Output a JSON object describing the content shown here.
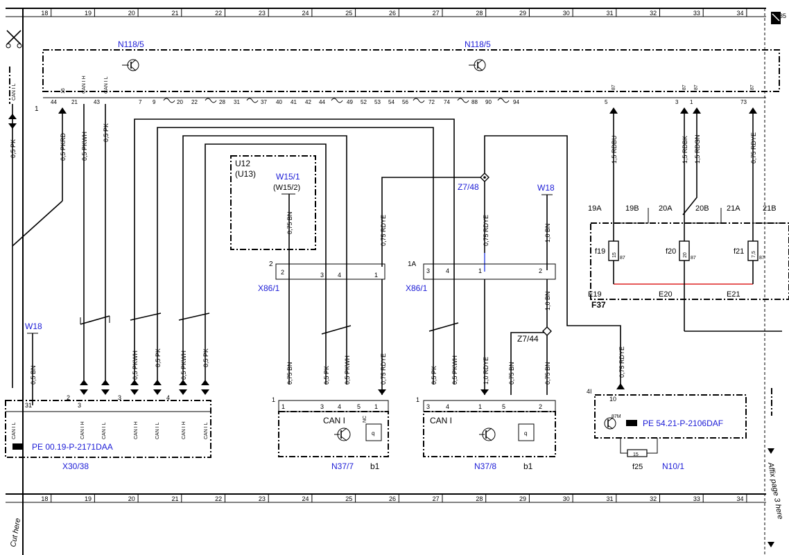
{
  "frame": {
    "top_columns": [
      "18",
      "19",
      "20",
      "21",
      "22",
      "23",
      "24",
      "25",
      "26",
      "27",
      "28",
      "29",
      "30",
      "31",
      "32",
      "33",
      "34",
      "35"
    ],
    "bottom_columns": [
      "18",
      "19",
      "20",
      "21",
      "22",
      "23",
      "24",
      "25",
      "26",
      "27",
      "28",
      "29",
      "30",
      "31",
      "32",
      "33",
      "34"
    ],
    "cut_here": "Cut here",
    "affix_text": "Affix page 3 here"
  },
  "components": {
    "n118_left": "N118/5",
    "n118_right": "N118/5",
    "u12": "U12",
    "u13": "(U13)",
    "w15_1": "W15/1",
    "w15_2": "(W15/2)",
    "z7_48": "Z7/48",
    "z7_44": "Z7/44",
    "w18_right": "W18",
    "w18_left": "W18",
    "x86_1_left": "X86/1",
    "x86_1_right": "X86/1",
    "x30_38": "X30/38",
    "n37_7": "N37/7",
    "n37_8": "N37/8",
    "n10_1": "N10/1",
    "f37": "F37",
    "b1_left": "b1",
    "b1_right": "b1",
    "f25": "f25",
    "can_i_left": "CAN I",
    "can_i_right": "CAN I",
    "pe_left": "PE 00.19-P-2171DAA",
    "pe_right": "PE 54.21-P-2106DAF"
  },
  "top_connector": {
    "label_1": "1",
    "pin_labels": [
      "44",
      "21",
      "43",
      "7",
      "9",
      "20",
      "22",
      "28",
      "31",
      "37",
      "40",
      "41",
      "42",
      "44",
      "49",
      "52",
      "53",
      "54",
      "56",
      "72",
      "74",
      "88",
      "90",
      "94",
      "5",
      "3",
      "1",
      "73"
    ],
    "top_pins": [
      "15",
      "CAN I H",
      "CAN I L",
      "87",
      "87",
      "87",
      "87"
    ]
  },
  "wires": {
    "w_05pk_left": "0,5 PK",
    "w_pkrd": "0,5 PKRD",
    "w_pkwh": "0,5 PKWH",
    "w_pk": "0,5 PK",
    "w_rdbu": "1,5 RDBU",
    "w_rdbk": "1,5 RDBK",
    "w_rdgn": "1,5 RDGN",
    "w_rdye_top": "0,75 RDYE",
    "w_u12_bn": "0,75 BN",
    "w_rdye_mid1": "0,75 RDYE",
    "w_rdye_mid2": "0,75 RDYE",
    "w_w18_bn": "1,0 BN",
    "w_bn_mid": "1,0 BN",
    "w_05bn": "0,5 BN",
    "low_pkwh1": "0,5 PKWH",
    "low_pk1": "0,5 PK",
    "low_pkwh2": "0,5 PKWH",
    "low_pk2": "0,5 PK",
    "low_bn1": "0,75 BN",
    "low_pk3": "0,5 PK",
    "low_pkwh3": "0,5 PKWH",
    "low_rdye1": "0,75 RDYE",
    "low_pk4": "0,5 PK",
    "low_pkwh4": "0,5 PKWH",
    "low_rdye2": "1,0 RDYE",
    "low_bn2": "0,75 BN",
    "low_bn3": "0,75 BN",
    "low_rdye3": "0,75 RDYE"
  },
  "fuses": {
    "fuse_19a": "19A",
    "fuse_19b": "19B",
    "fuse_20a": "20A",
    "fuse_20b": "20B",
    "fuse_21a": "21A",
    "fuse_21b": "21B",
    "f19": "f19",
    "f20": "f20",
    "f21": "f21",
    "f19_val": "15",
    "f20_val": "20",
    "f21_val": "7,5",
    "e19": "E19",
    "e20": "E20",
    "e21": "E21",
    "out87": "87"
  },
  "pins": {
    "x86l_2": "2",
    "x86l_3": "3",
    "x86l_4": "4",
    "x86l_1": "1",
    "x86r_1a": "1A",
    "x86r_3": "3",
    "x86r_4": "4",
    "x86r_1": "1",
    "x86r_2": "2",
    "x30_2": "2",
    "x30_3": "3",
    "x30_4": "4",
    "x30_31": "31",
    "x30_3b": "3",
    "n377_1": "1",
    "n377_3": "3",
    "n377_4": "4",
    "n377_5": "5",
    "n377_1b": "1",
    "n377_nc": "NC",
    "n378_1": "1",
    "n378_3": "3",
    "n378_4": "4",
    "n378_1b": "1",
    "n378_5": "5",
    "n378_2": "2",
    "n101_4i": "4I",
    "n101_10": "10",
    "n101_87m": "87M",
    "n101_15": "15",
    "can_h": "CAN I H",
    "can_l": "CAN I L",
    "can_il": "CAN I L",
    "q": "q"
  }
}
